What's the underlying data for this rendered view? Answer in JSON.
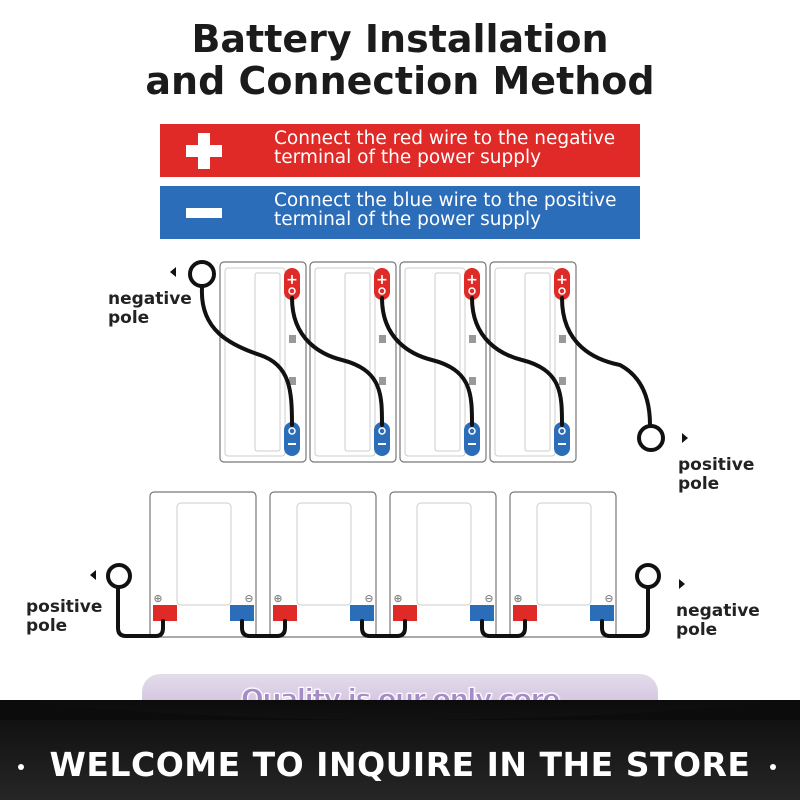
{
  "title": {
    "line1": "Battery Installation",
    "line2": "and Connection Method"
  },
  "legend": [
    {
      "symbol": "plus-icon",
      "color": "#df2a27",
      "line1": "Connect the red wire to the negative",
      "line2": "terminal of the power supply"
    },
    {
      "symbol": "minus-icon",
      "color": "#2b6db8",
      "line1": "Connect the blue wire to the positive",
      "line2": "terminal of the power supply"
    }
  ],
  "top_diagram": {
    "left_label": {
      "line1": "negative",
      "line2": "pole"
    },
    "right_label": {
      "line1": "positive",
      "line2": "pole"
    },
    "battery_count": 4
  },
  "bottom_diagram": {
    "left_label": {
      "line1": "positive",
      "line2": "pole"
    },
    "right_label": {
      "line1": "negative",
      "line2": "pole"
    },
    "battery_count": 4
  },
  "banner": {
    "slogan": "Quality is our only core",
    "footer": "WELCOME TO INQUIRE IN THE STORE"
  }
}
